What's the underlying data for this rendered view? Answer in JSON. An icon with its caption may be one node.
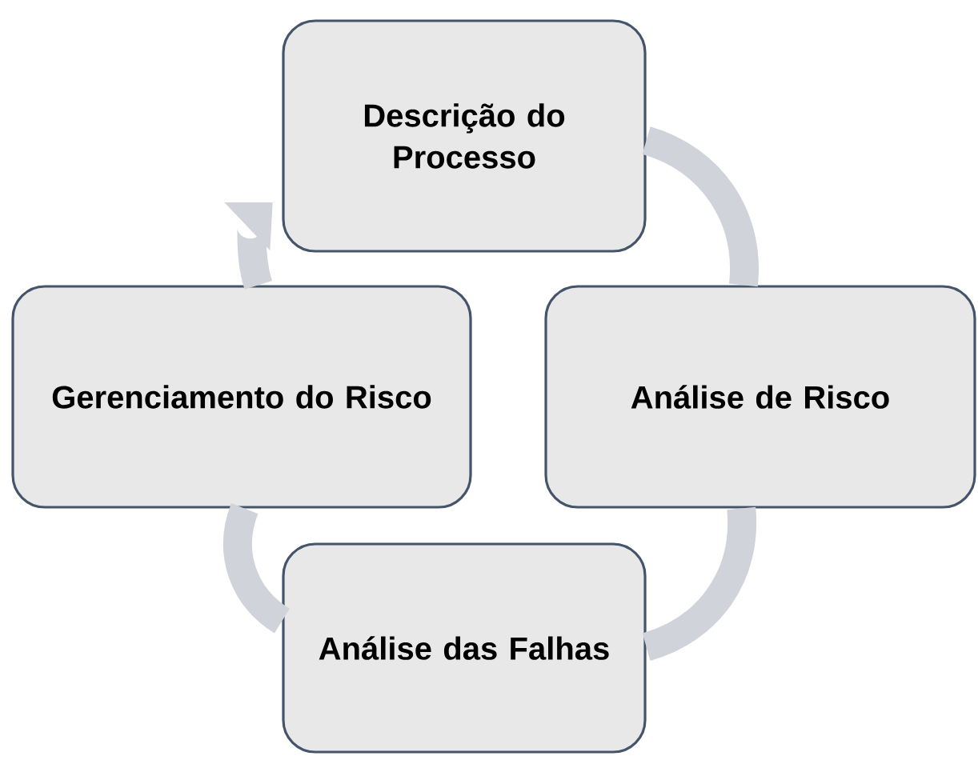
{
  "diagram": {
    "nodes": [
      {
        "text": [
          "Descrição do Processo"
        ]
      },
      {
        "text": [
          "Análise de Risco"
        ]
      },
      {
        "text": [
          "Análise das Falhas"
        ]
      },
      {
        "text": [
          "Gerenciamento do Risco"
        ]
      }
    ],
    "edges": [
      {
        "from": 0,
        "to": 1,
        "arrow": "none"
      },
      {
        "from": 1,
        "to": 2,
        "arrow": "none"
      },
      {
        "from": 2,
        "to": 3,
        "arrow": "none"
      },
      {
        "from": 3,
        "to": 0,
        "arrow": "to"
      }
    ]
  }
}
